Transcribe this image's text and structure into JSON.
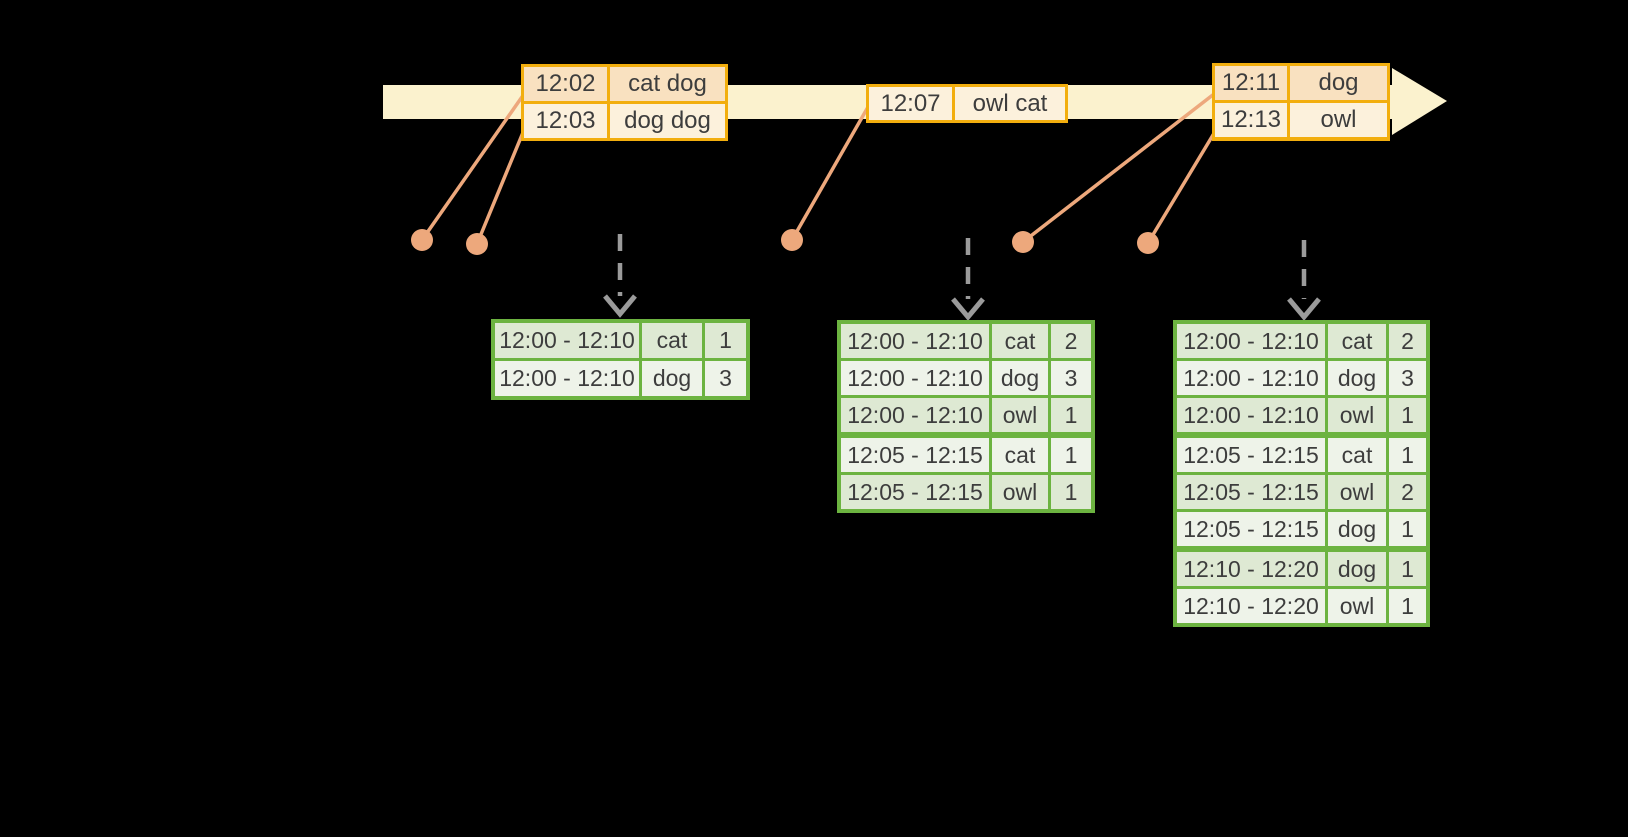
{
  "colors": {
    "background": "#000000",
    "timeline_fill": "#FBF2CE",
    "event_border": "#F2AE0E",
    "event_row_dark": "#F9E1C0",
    "event_row_light": "#FCF1DC",
    "connector": "#EDA87C",
    "dashed_arrow": "#9B9B9B",
    "table_border": "#6CB340",
    "table_row_dark": "#DEE9D3",
    "table_row_light": "#EEF3E9",
    "text": "#3D3D3D"
  },
  "timeline": {
    "events": [
      {
        "rows": [
          {
            "time": "12:02",
            "words": "cat dog"
          },
          {
            "time": "12:03",
            "words": "dog dog"
          }
        ]
      },
      {
        "rows": [
          {
            "time": "12:07",
            "words": "owl cat"
          }
        ]
      },
      {
        "rows": [
          {
            "time": "12:11",
            "words": "dog"
          },
          {
            "time": "12:13",
            "words": "owl"
          }
        ]
      }
    ]
  },
  "results": {
    "tables": [
      {
        "rows": [
          {
            "window": "12:00 - 12:10",
            "word": "cat",
            "count": "1"
          },
          {
            "window": "12:00 - 12:10",
            "word": "dog",
            "count": "3"
          }
        ]
      },
      {
        "rows": [
          {
            "window": "12:00 - 12:10",
            "word": "cat",
            "count": "2"
          },
          {
            "window": "12:00 - 12:10",
            "word": "dog",
            "count": "3"
          },
          {
            "window": "12:00 - 12:10",
            "word": "owl",
            "count": "1"
          },
          {
            "window": "12:05 - 12:15",
            "word": "cat",
            "count": "1"
          },
          {
            "window": "12:05 - 12:15",
            "word": "owl",
            "count": "1"
          }
        ]
      },
      {
        "rows": [
          {
            "window": "12:00 - 12:10",
            "word": "cat",
            "count": "2"
          },
          {
            "window": "12:00 - 12:10",
            "word": "dog",
            "count": "3"
          },
          {
            "window": "12:00 - 12:10",
            "word": "owl",
            "count": "1"
          },
          {
            "window": "12:05 - 12:15",
            "word": "cat",
            "count": "1"
          },
          {
            "window": "12:05 - 12:15",
            "word": "owl",
            "count": "2"
          },
          {
            "window": "12:05 - 12:15",
            "word": "dog",
            "count": "1"
          },
          {
            "window": "12:10 - 12:20",
            "word": "dog",
            "count": "1"
          },
          {
            "window": "12:10 - 12:20",
            "word": "owl",
            "count": "1"
          }
        ]
      }
    ]
  }
}
